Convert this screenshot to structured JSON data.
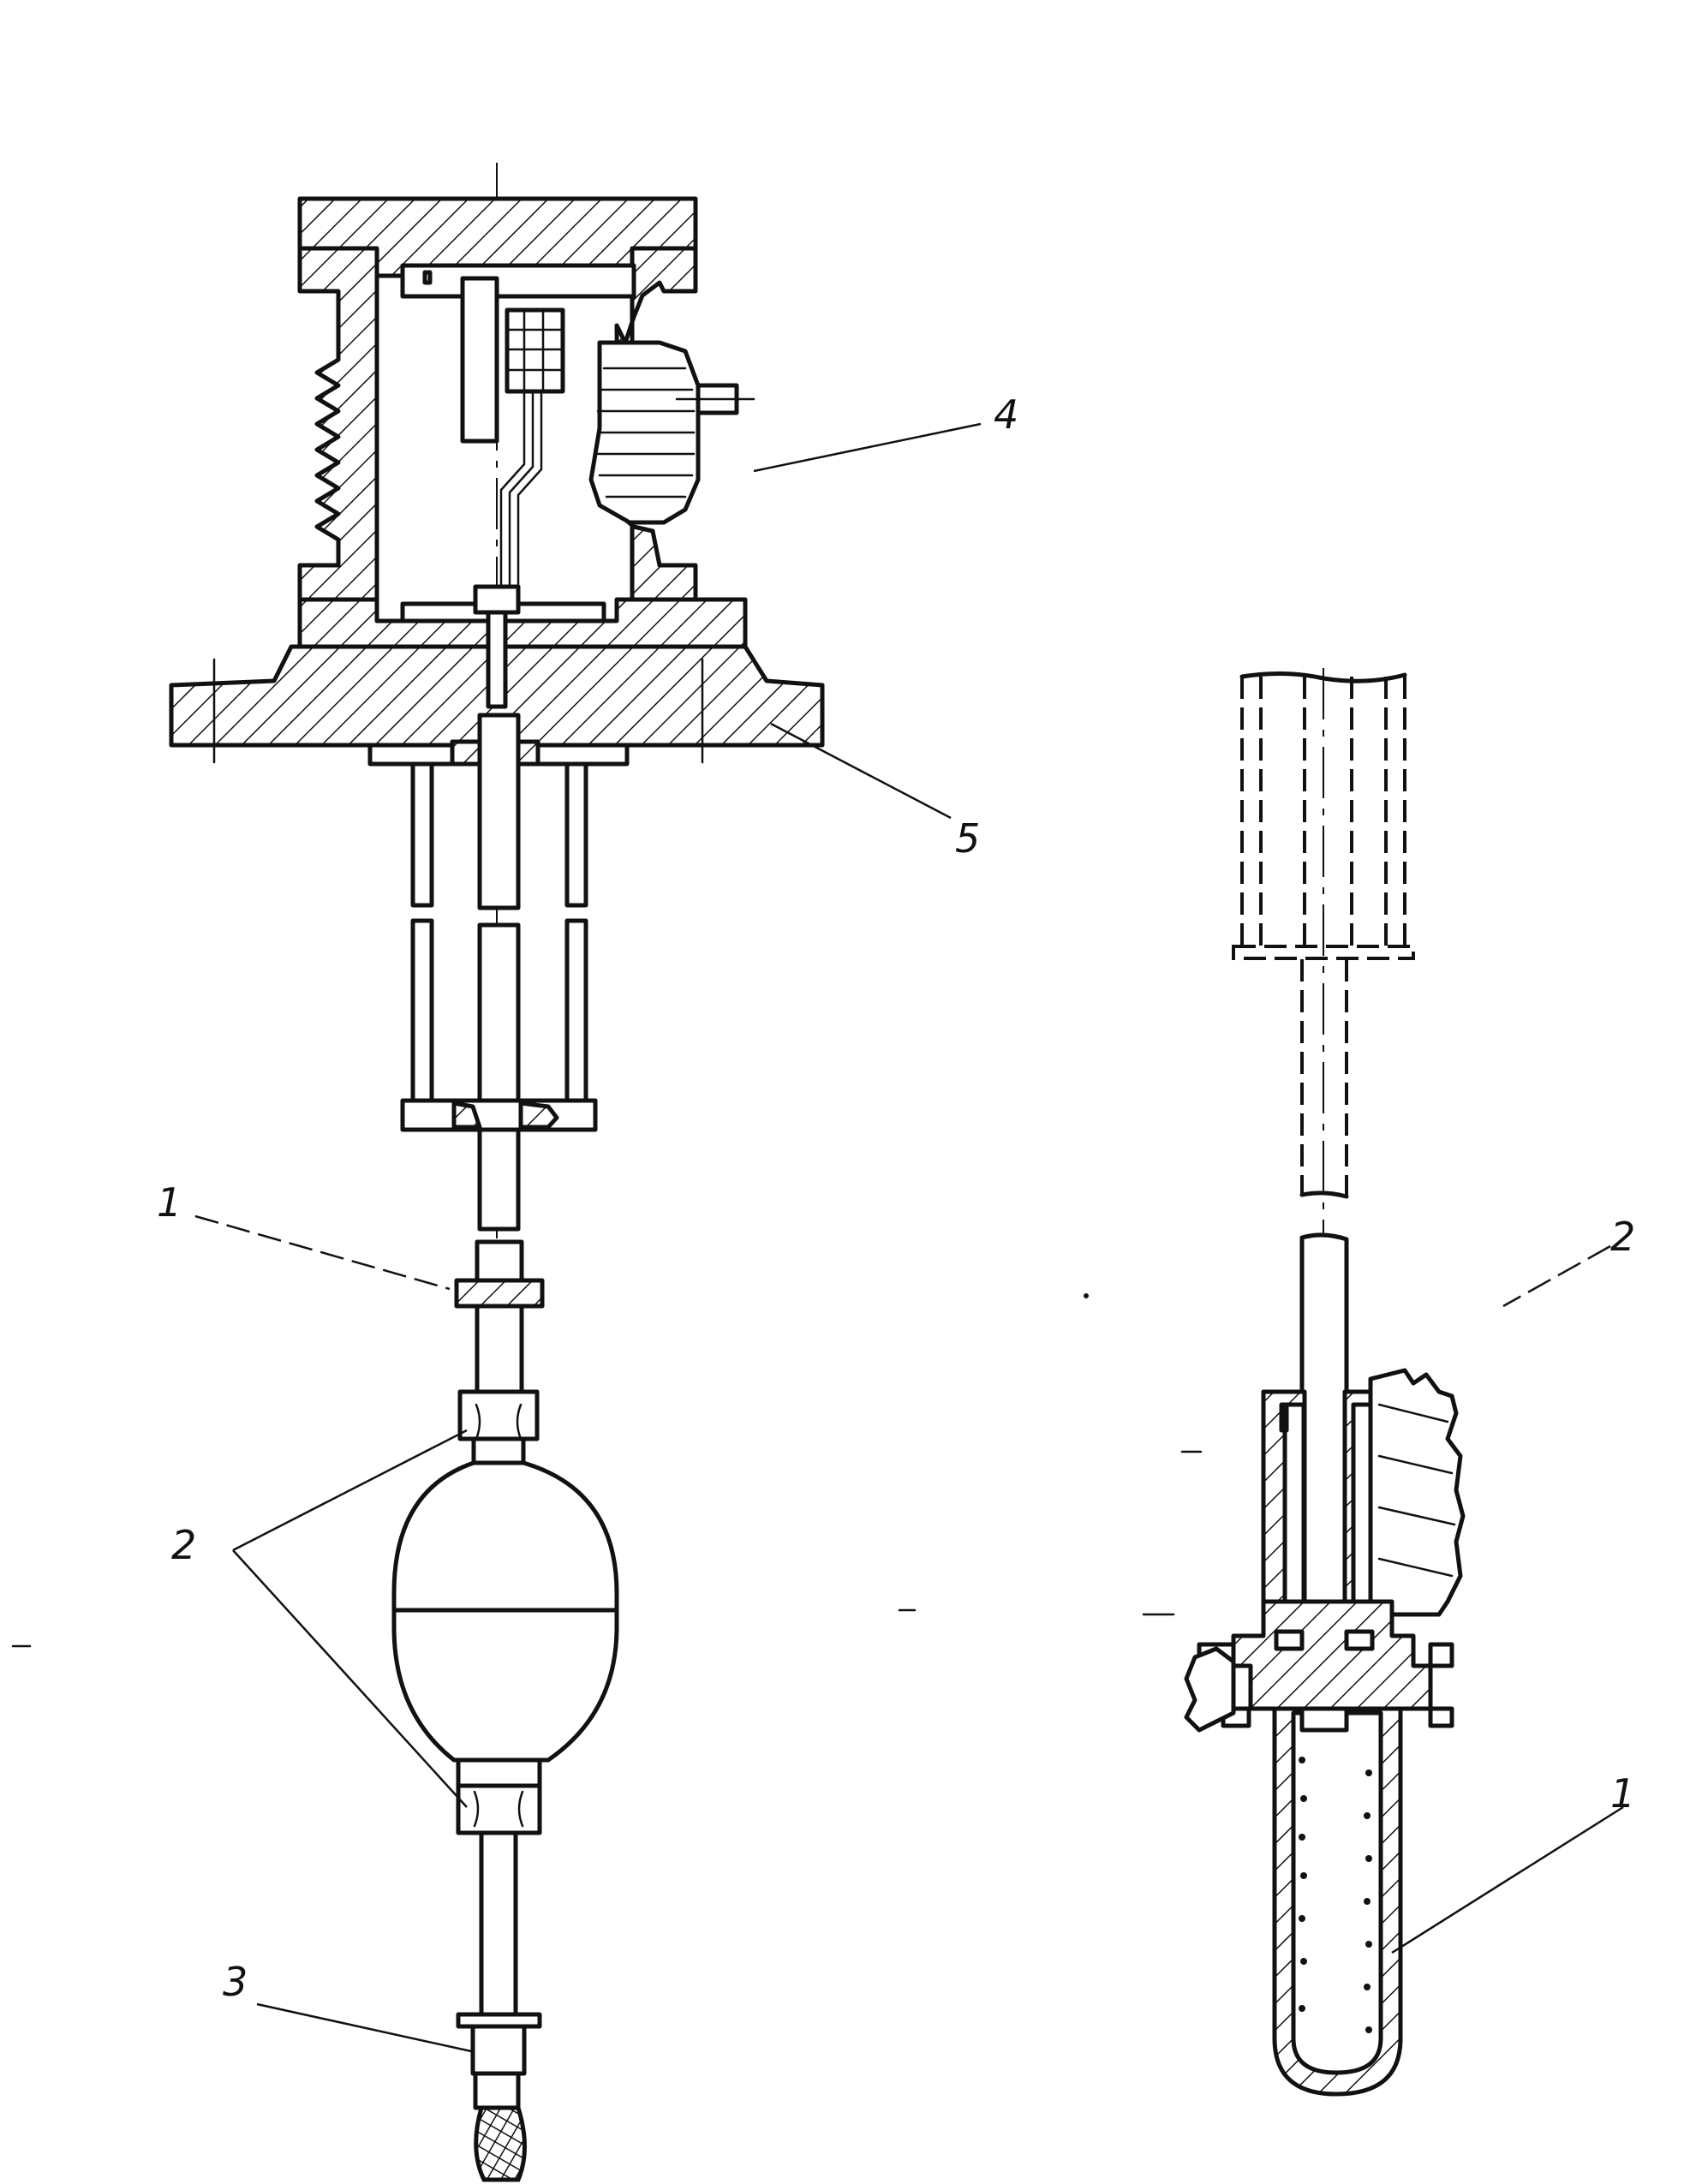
{
  "callouts": {
    "left": {
      "label_1": "1",
      "label_2": "2",
      "label_3": "3",
      "label_4": "4",
      "label_5": "5"
    },
    "right": {
      "label_1": "1",
      "label_2": "2"
    }
  }
}
